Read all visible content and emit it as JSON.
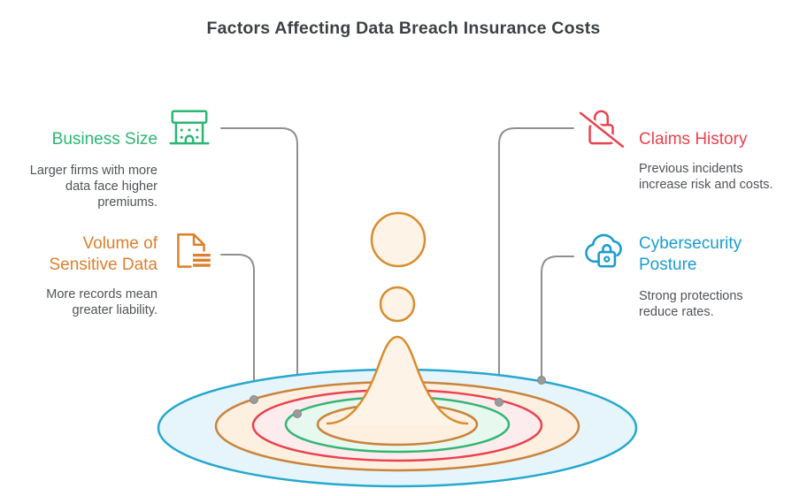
{
  "title": "Factors Affecting Data Breach Insurance Costs",
  "factors": [
    {
      "id": "business-size",
      "title": "Business Size",
      "description": "Larger firms with more data face higher premiums.",
      "color": "#2bb673",
      "icon": "storefront-icon",
      "side": "left",
      "connects_to_ring": "green"
    },
    {
      "id": "volume-of-sensitive-data",
      "title": "Volume of Sensitive Data",
      "description": "More records mean greater liability.",
      "color": "#dd7f2b",
      "icon": "document-icon",
      "side": "left",
      "connects_to_ring": "brown-outer"
    },
    {
      "id": "claims-history",
      "title": "Claims History",
      "description": "Previous incidents increase risk and costs.",
      "color": "#e8424d",
      "icon": "lock-slash-icon",
      "side": "right",
      "connects_to_ring": "red"
    },
    {
      "id": "cybersecurity-posture",
      "title": "Cybersecurity Posture",
      "description": "Strong protections reduce rates.",
      "color": "#1b9cd0",
      "icon": "cloud-lock-icon",
      "side": "right",
      "connects_to_ring": "blue-outer"
    }
  ],
  "illustration": {
    "type": "water-drop-with-ripples",
    "rings_outside_in": [
      {
        "name": "blue-outer",
        "stroke": "#25a8ce",
        "fill": "#e6f4fb"
      },
      {
        "name": "brown-outer",
        "stroke": "#c9843c",
        "fill": "#fdf0e0"
      },
      {
        "name": "red",
        "stroke": "#e8424d",
        "fill": "#fcecee"
      },
      {
        "name": "green",
        "stroke": "#35b476",
        "fill": "#e7f8ef"
      },
      {
        "name": "brown-inner",
        "stroke": "#c9843c",
        "fill": "#fdf0e0"
      }
    ],
    "droplet_stroke": "#d88d2e",
    "droplet_fill": "#fdf3e7",
    "connector_color": "#8f8f8f"
  },
  "colors": {
    "title_text": "#3d4145",
    "body_text": "#505358",
    "green": "#2bb673",
    "orange": "#dd7f2b",
    "red": "#e8424d",
    "blue": "#1b9cd0"
  }
}
